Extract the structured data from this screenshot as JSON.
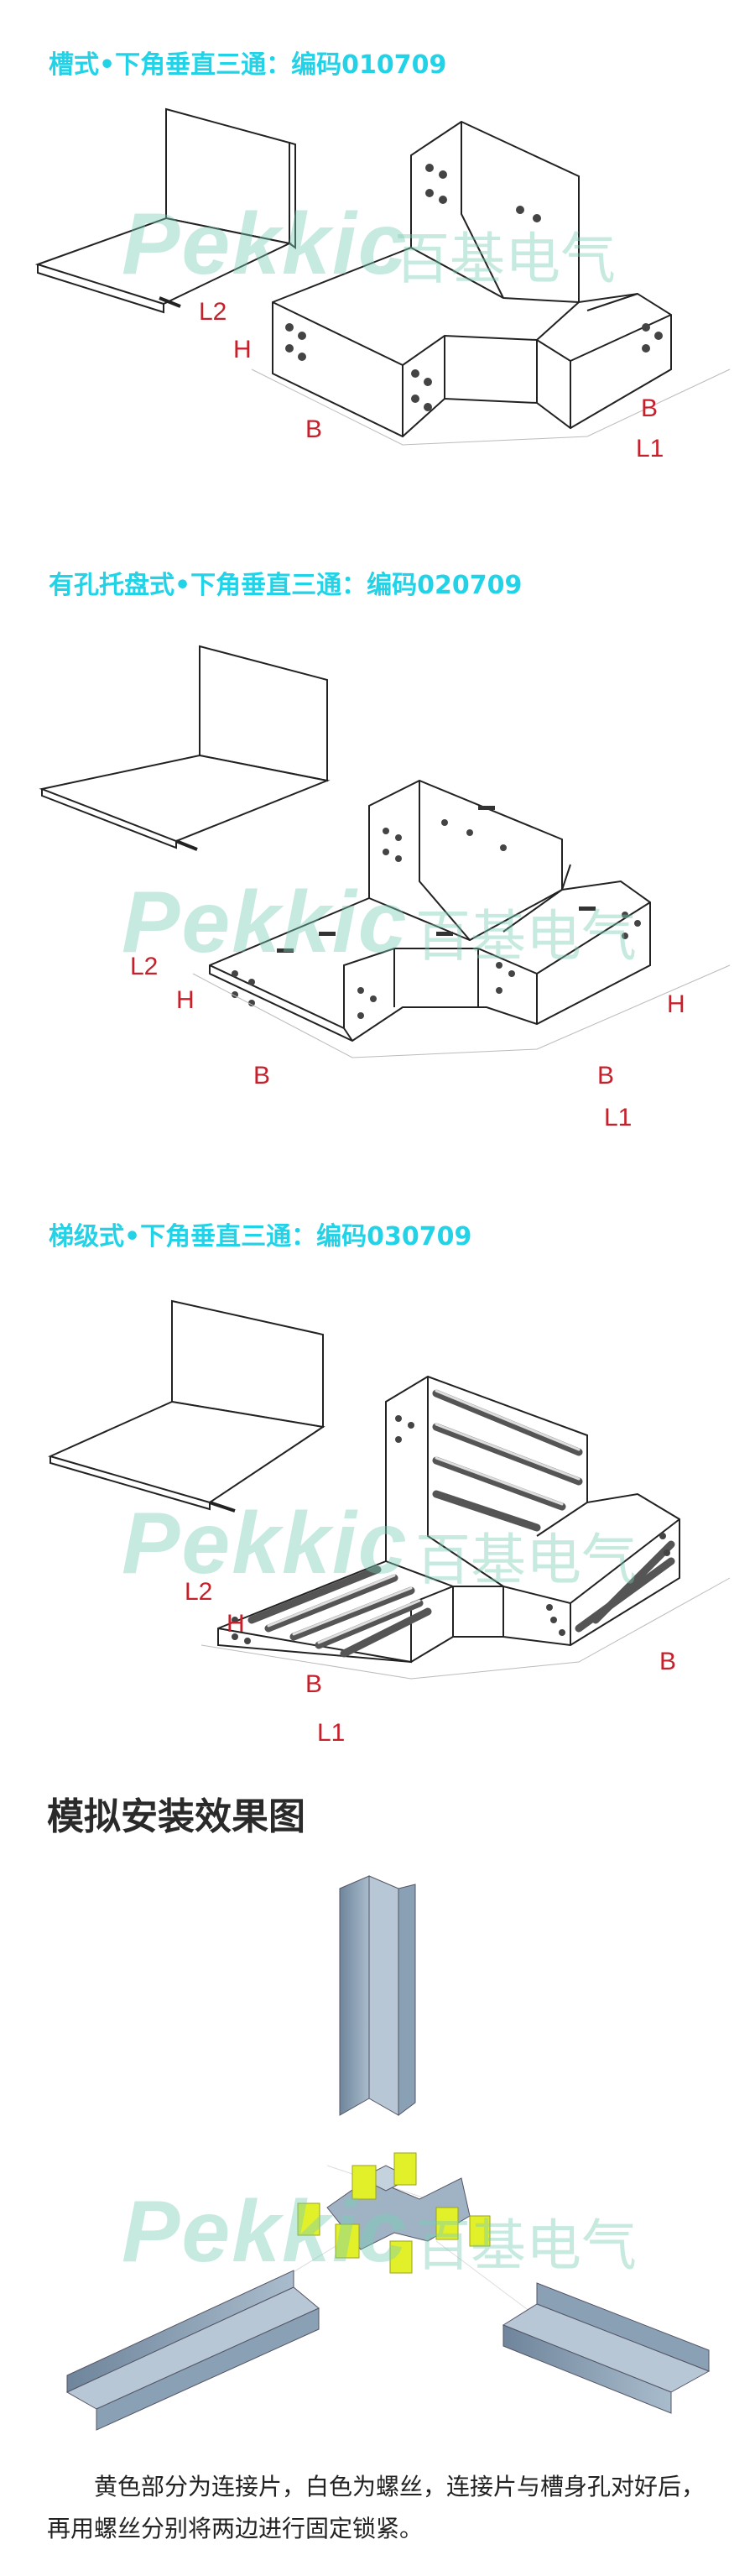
{
  "sections": [
    {
      "title": "槽式•下角垂直三通：编码010709",
      "labels": {
        "l2": "L2",
        "h": "H",
        "b1": "B",
        "b2": "B",
        "l1": "L1"
      }
    },
    {
      "title": "有孔托盘式•下角垂直三通：编码020709",
      "labels": {
        "l2": "L2",
        "h1": "H",
        "h2": "H",
        "b1": "B",
        "b2": "B",
        "l1": "L1"
      }
    },
    {
      "title": "梯级式•下角垂直三通：编码030709",
      "labels": {
        "l2": "L2",
        "h": "H",
        "b1": "B",
        "b2": "B",
        "l1": "L1"
      }
    }
  ],
  "install": {
    "title": "模拟安装效果图",
    "description": "黄色部分为连接片，白色为螺丝，连接片与槽身孔对好后，再用螺丝分别将两边进行固定锁紧。"
  },
  "watermark": {
    "latin": "Pekkic",
    "chinese": "百基电气",
    "color": "#78cdb4"
  },
  "colors": {
    "title_cyan": "#22d3e8",
    "dimension_red": "#c8202a",
    "tray_blue": "#8ea5bb",
    "connector_yellow": "#e2f02a"
  }
}
